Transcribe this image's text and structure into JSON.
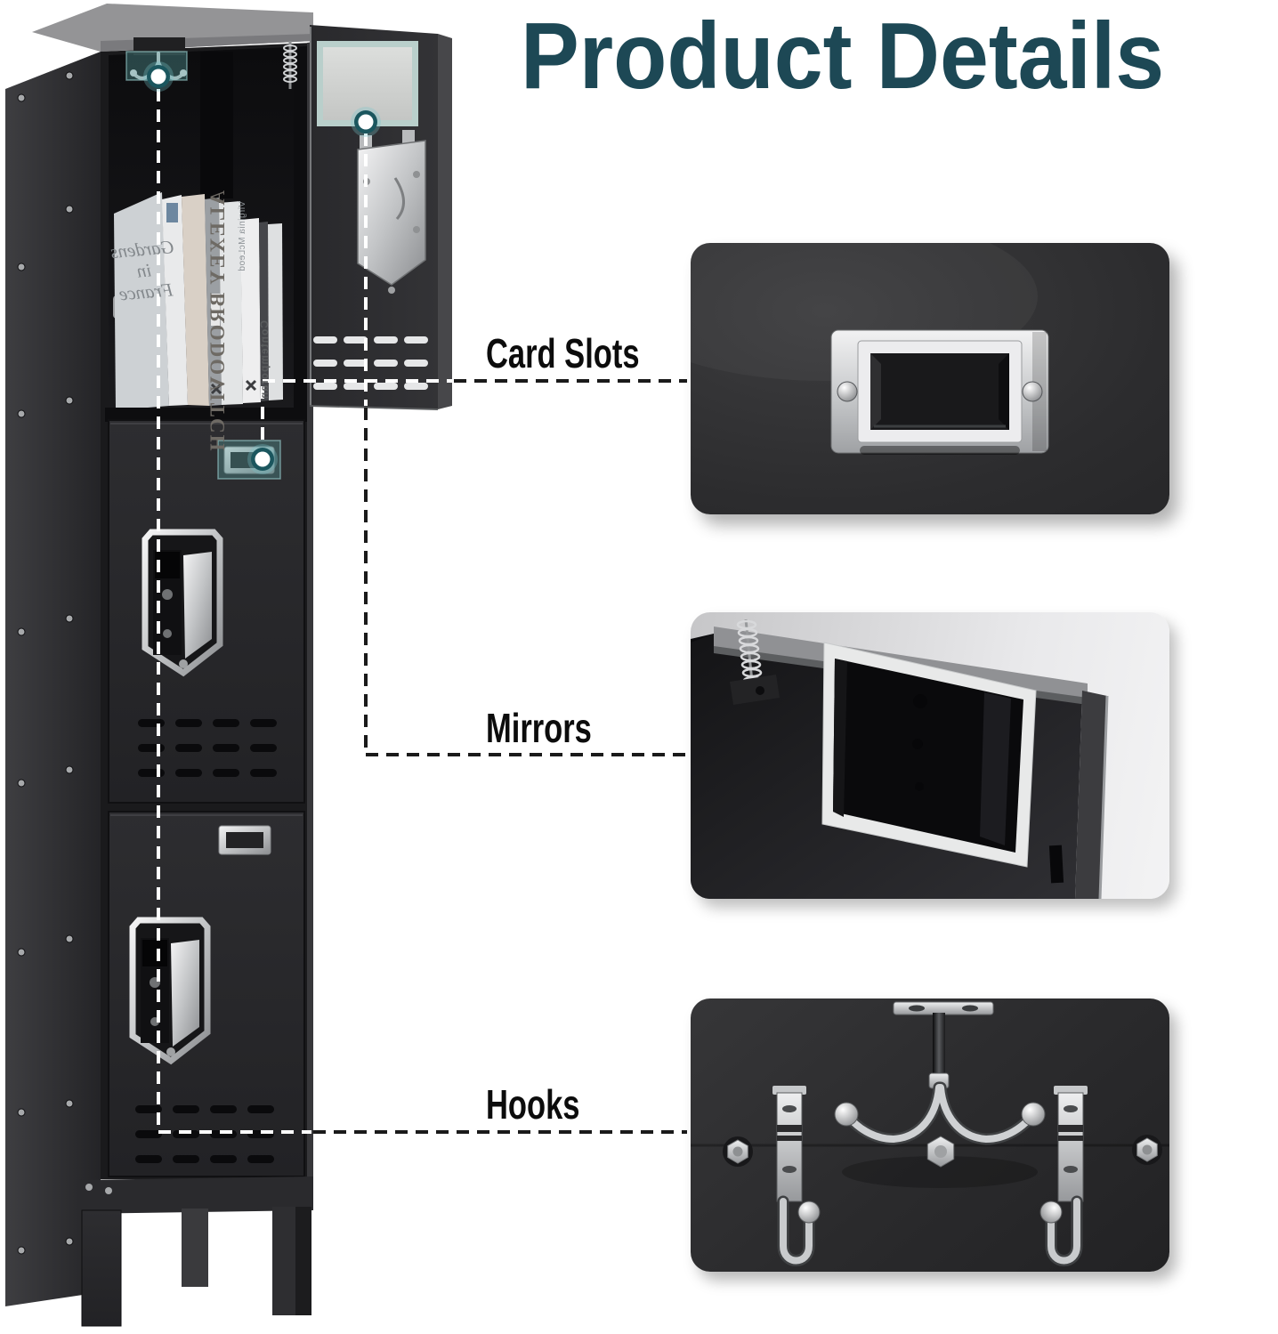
{
  "title": {
    "text": "Product Details"
  },
  "callouts": {
    "card_slots": {
      "label": "Card Slots"
    },
    "mirrors": {
      "label": "Mirrors"
    },
    "hooks": {
      "label": "Hooks"
    }
  },
  "locker": {
    "books": {
      "gardens": "Gardens in France",
      "alexey": "ALEXEY BRODOVITCH",
      "virginia": "Virginia McLeod",
      "contemporan": "Contemporan"
    }
  },
  "colors": {
    "title_teal": "#1d4855",
    "label_black": "#0c0c0c",
    "highlight_teal": "#4f9595",
    "marker_ring_teal": "#1b565e",
    "locker_black": "#262628",
    "panel_dark": "#2c2c2e",
    "metal_silver": "#c9cbcd"
  }
}
